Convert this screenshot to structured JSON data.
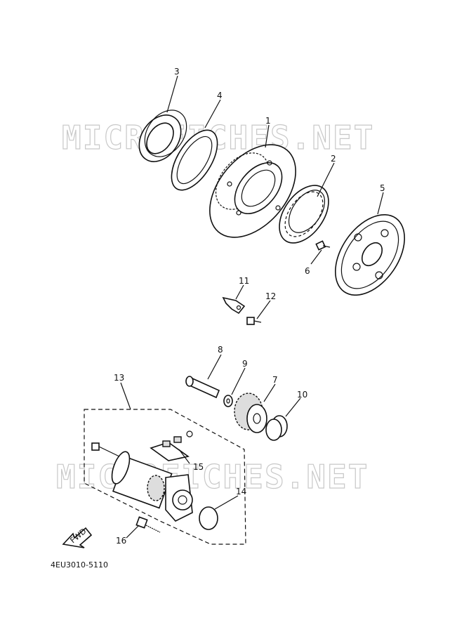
{
  "watermark": {
    "top": "MICROFICHES.NET",
    "bottom": "MICROFICHES.NET"
  },
  "callouts": {
    "p1": "1",
    "p2": "2",
    "p3": "3",
    "p4": "4",
    "p5": "5",
    "p6": "6",
    "p7": "7",
    "p8": "8",
    "p9": "9",
    "p10": "10",
    "p11": "11",
    "p12": "12",
    "p13": "13",
    "p14": "14",
    "p15": "15",
    "p16": "16"
  },
  "fwd_label": "FWD",
  "drawing_code": "4EU3010-5110",
  "colors": {
    "line": "#111111",
    "watermark": "#c8c8c8",
    "background": "#ffffff"
  }
}
